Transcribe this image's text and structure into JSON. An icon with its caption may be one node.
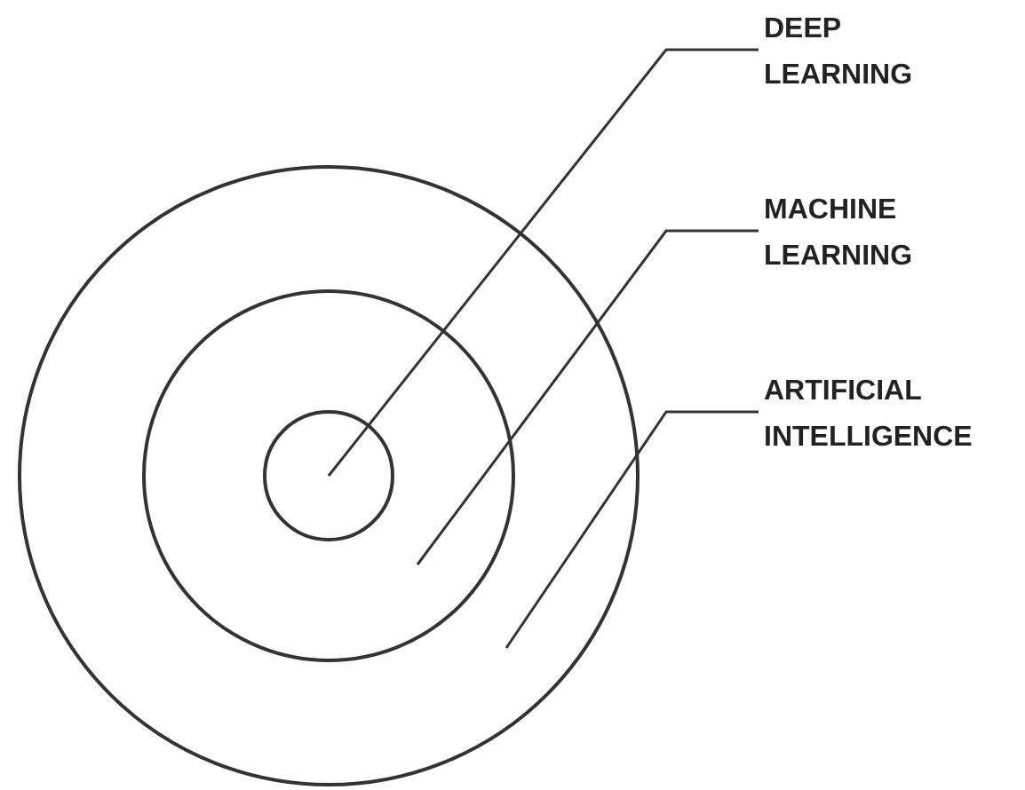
{
  "diagram": {
    "nodes": [
      {
        "text": [],
        "shape": "circle"
      },
      {
        "text": [],
        "shape": "circle",
        "in": 0
      },
      {
        "text": [],
        "shape": "circle",
        "in": 1
      },
      {
        "text": [
          "DEEP LEARNING"
        ]
      },
      {
        "text": [
          "MACHINE LEARNING"
        ]
      },
      {
        "text": [
          "ARTIFICIAL INTELLIGENCE"
        ]
      }
    ],
    "edges": [
      {
        "from": 3,
        "to": 2,
        "arrow": "none"
      },
      {
        "from": 4,
        "to": 1,
        "arrow": "none"
      },
      {
        "from": 5,
        "to": 0,
        "arrow": "none"
      }
    ]
  }
}
